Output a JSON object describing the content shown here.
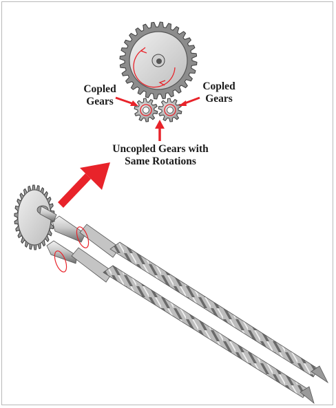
{
  "labels": {
    "left_line1": "Copled",
    "left_line2": "Gears",
    "right_line1": "Copled",
    "right_line2": "Gears",
    "bottom_line1": "Uncopled Gears with",
    "bottom_line2": "Same Rotations"
  },
  "colors": {
    "arrow": "#e8232a",
    "rotation_mark": "#e8232a",
    "gear_body": "#8c8c8c",
    "gear_face": "#d9d9d9",
    "screw_metal": "#b5b5b5"
  }
}
